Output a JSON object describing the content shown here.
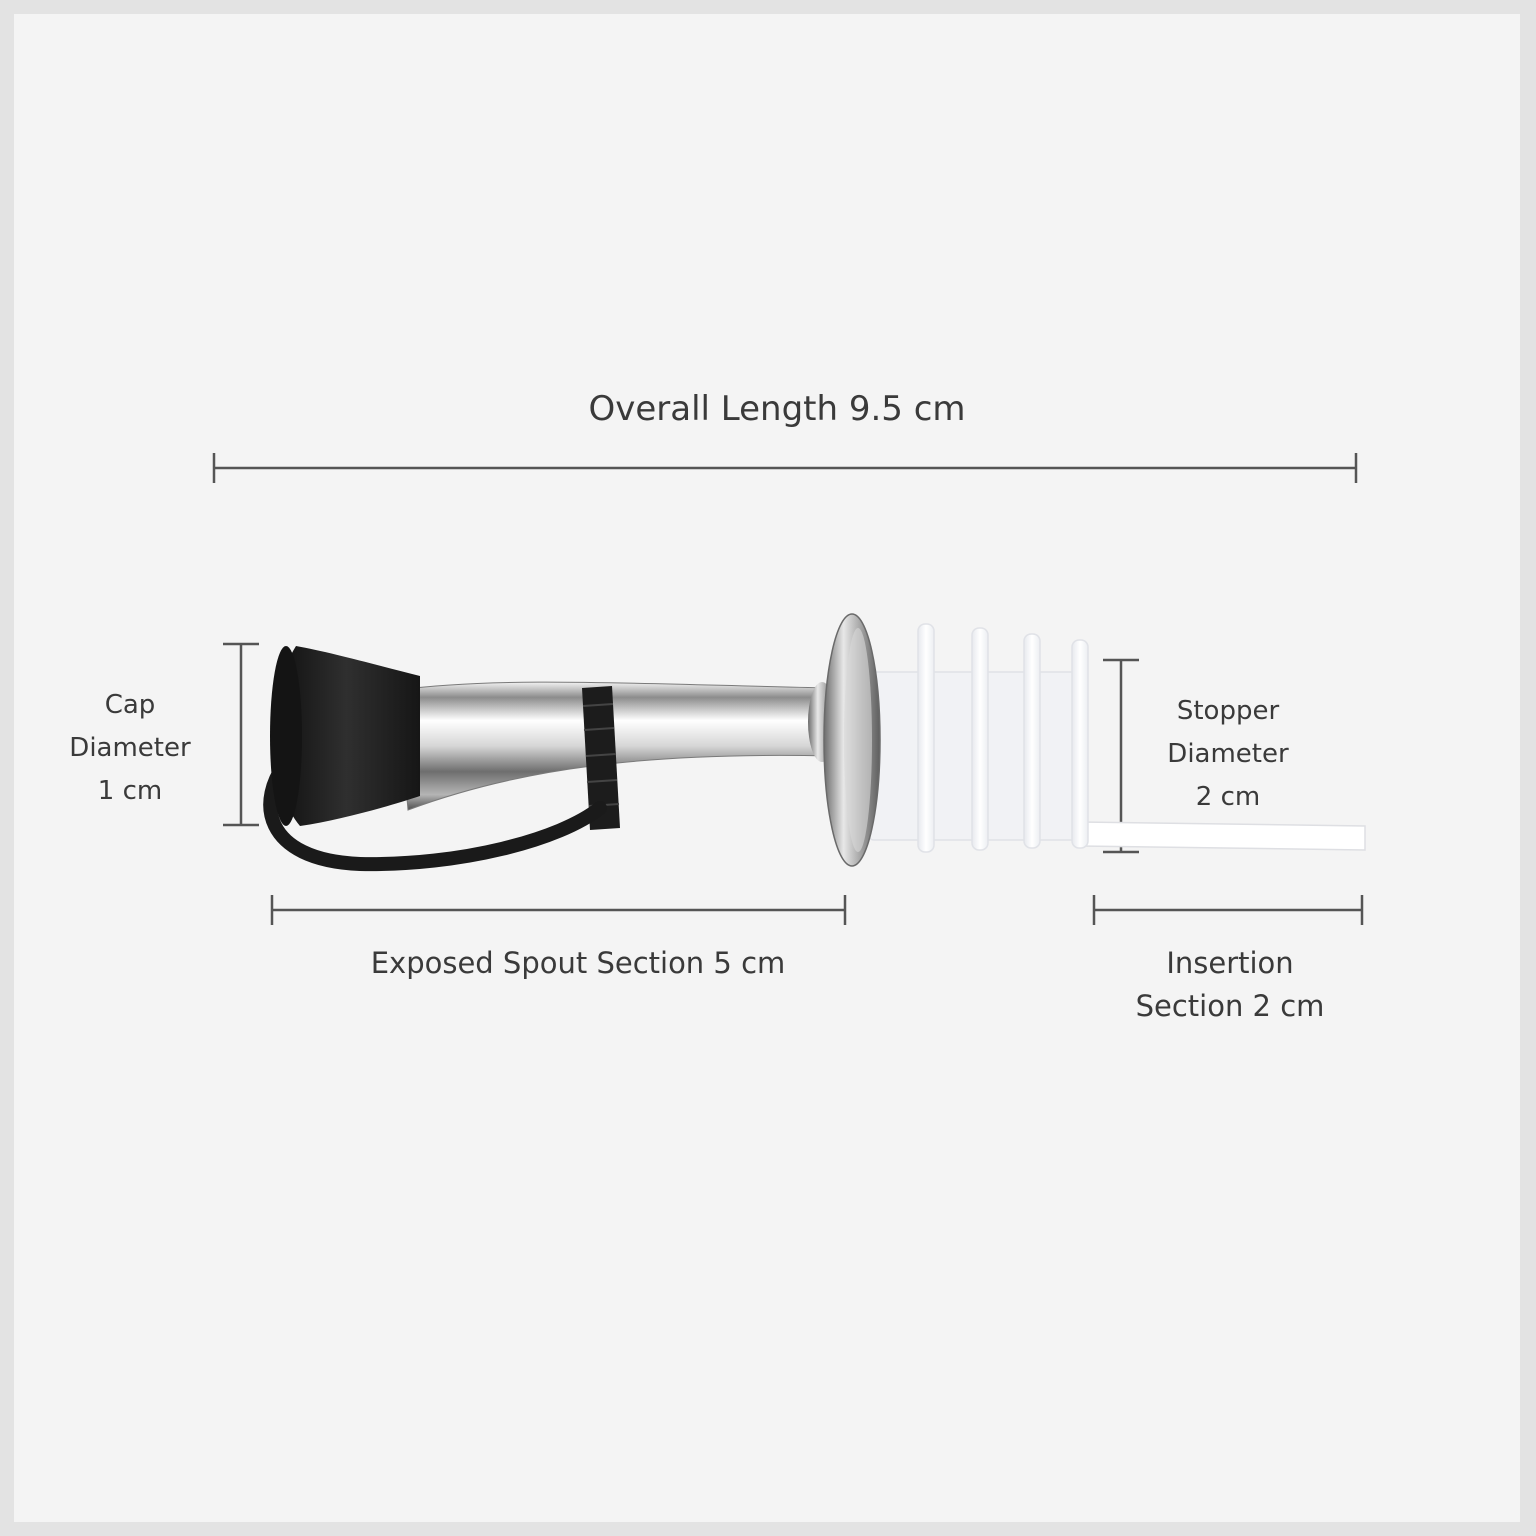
{
  "overall_length": {
    "text": "Overall Length 9.5 cm"
  },
  "cap_diameter": {
    "lines": [
      "Cap",
      "Diameter",
      "1 cm"
    ]
  },
  "stopper_diameter": {
    "lines": [
      "Stopper",
      "Diameter",
      "2 cm"
    ]
  },
  "exposed_spout": {
    "text": "Exposed Spout Section 5 cm"
  },
  "insertion_section": {
    "lines": [
      "Insertion",
      "Section 2 cm"
    ]
  },
  "colors": {
    "background": "#f4f4f4",
    "border": "#e3e3e3",
    "dimension_line": "#555555",
    "text": "#3a3a3a",
    "cap_black": "#1e1e1e",
    "chrome": "#b9b9b9",
    "stopper_white": "#f7f8fa"
  }
}
